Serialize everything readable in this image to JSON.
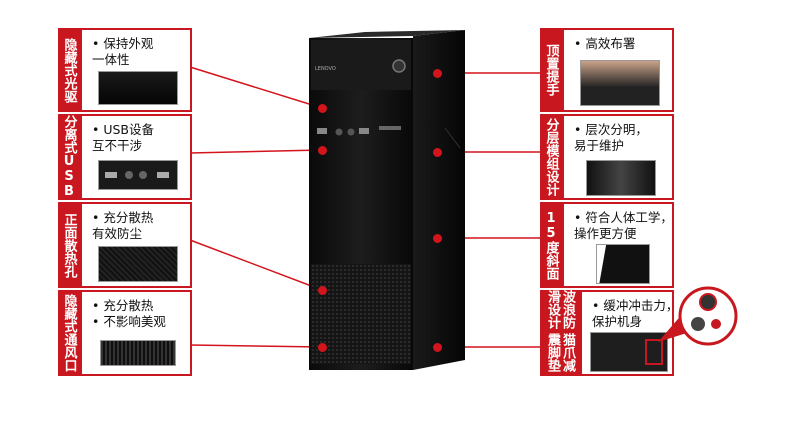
{
  "left_features": [
    {
      "tag": "隐藏式光驱",
      "lines": [
        "•  保持外观",
        "   一体性"
      ],
      "thumb_icon": "optical-drive-photo"
    },
    {
      "tag": "分离式USB",
      "lines": [
        "•  USB设备",
        "   互不干涉"
      ],
      "thumb_icon": "usb-ports-photo"
    },
    {
      "tag": "正面散热孔",
      "lines": [
        "•  充分散热",
        "   有效防尘"
      ],
      "thumb_icon": "vent-mesh-photo"
    },
    {
      "tag": "隐藏式通风口",
      "lines": [
        "•  充分散热",
        "•  不影响美观"
      ],
      "thumb_icon": "air-vent-photo"
    }
  ],
  "right_features": [
    {
      "tag": "顶置提手",
      "lines": [
        "•  高效布署"
      ],
      "thumb_icon": "top-handle-photo"
    },
    {
      "tag": "分层模组设计",
      "lines": [
        "•  层次分明，",
        "   易于维护"
      ],
      "thumb_icon": "modular-layers-photo"
    },
    {
      "tag": "15度斜面",
      "lines": [
        "•  符合人体工学，",
        "   操作更方便"
      ],
      "thumb_icon": "slanted-panel-photo"
    },
    {
      "tag_col1": "波浪防滑设计",
      "tag_col2": "猫爪减震脚垫",
      "lines": [
        "•  缓冲冲击力，",
        "   保护机身"
      ],
      "thumb_icon": "foot-pad-photo"
    }
  ],
  "brand_text": "LENOVO",
  "colors": {
    "accent": "#c8171e",
    "dot": "#d4141c",
    "case": "#111111"
  }
}
